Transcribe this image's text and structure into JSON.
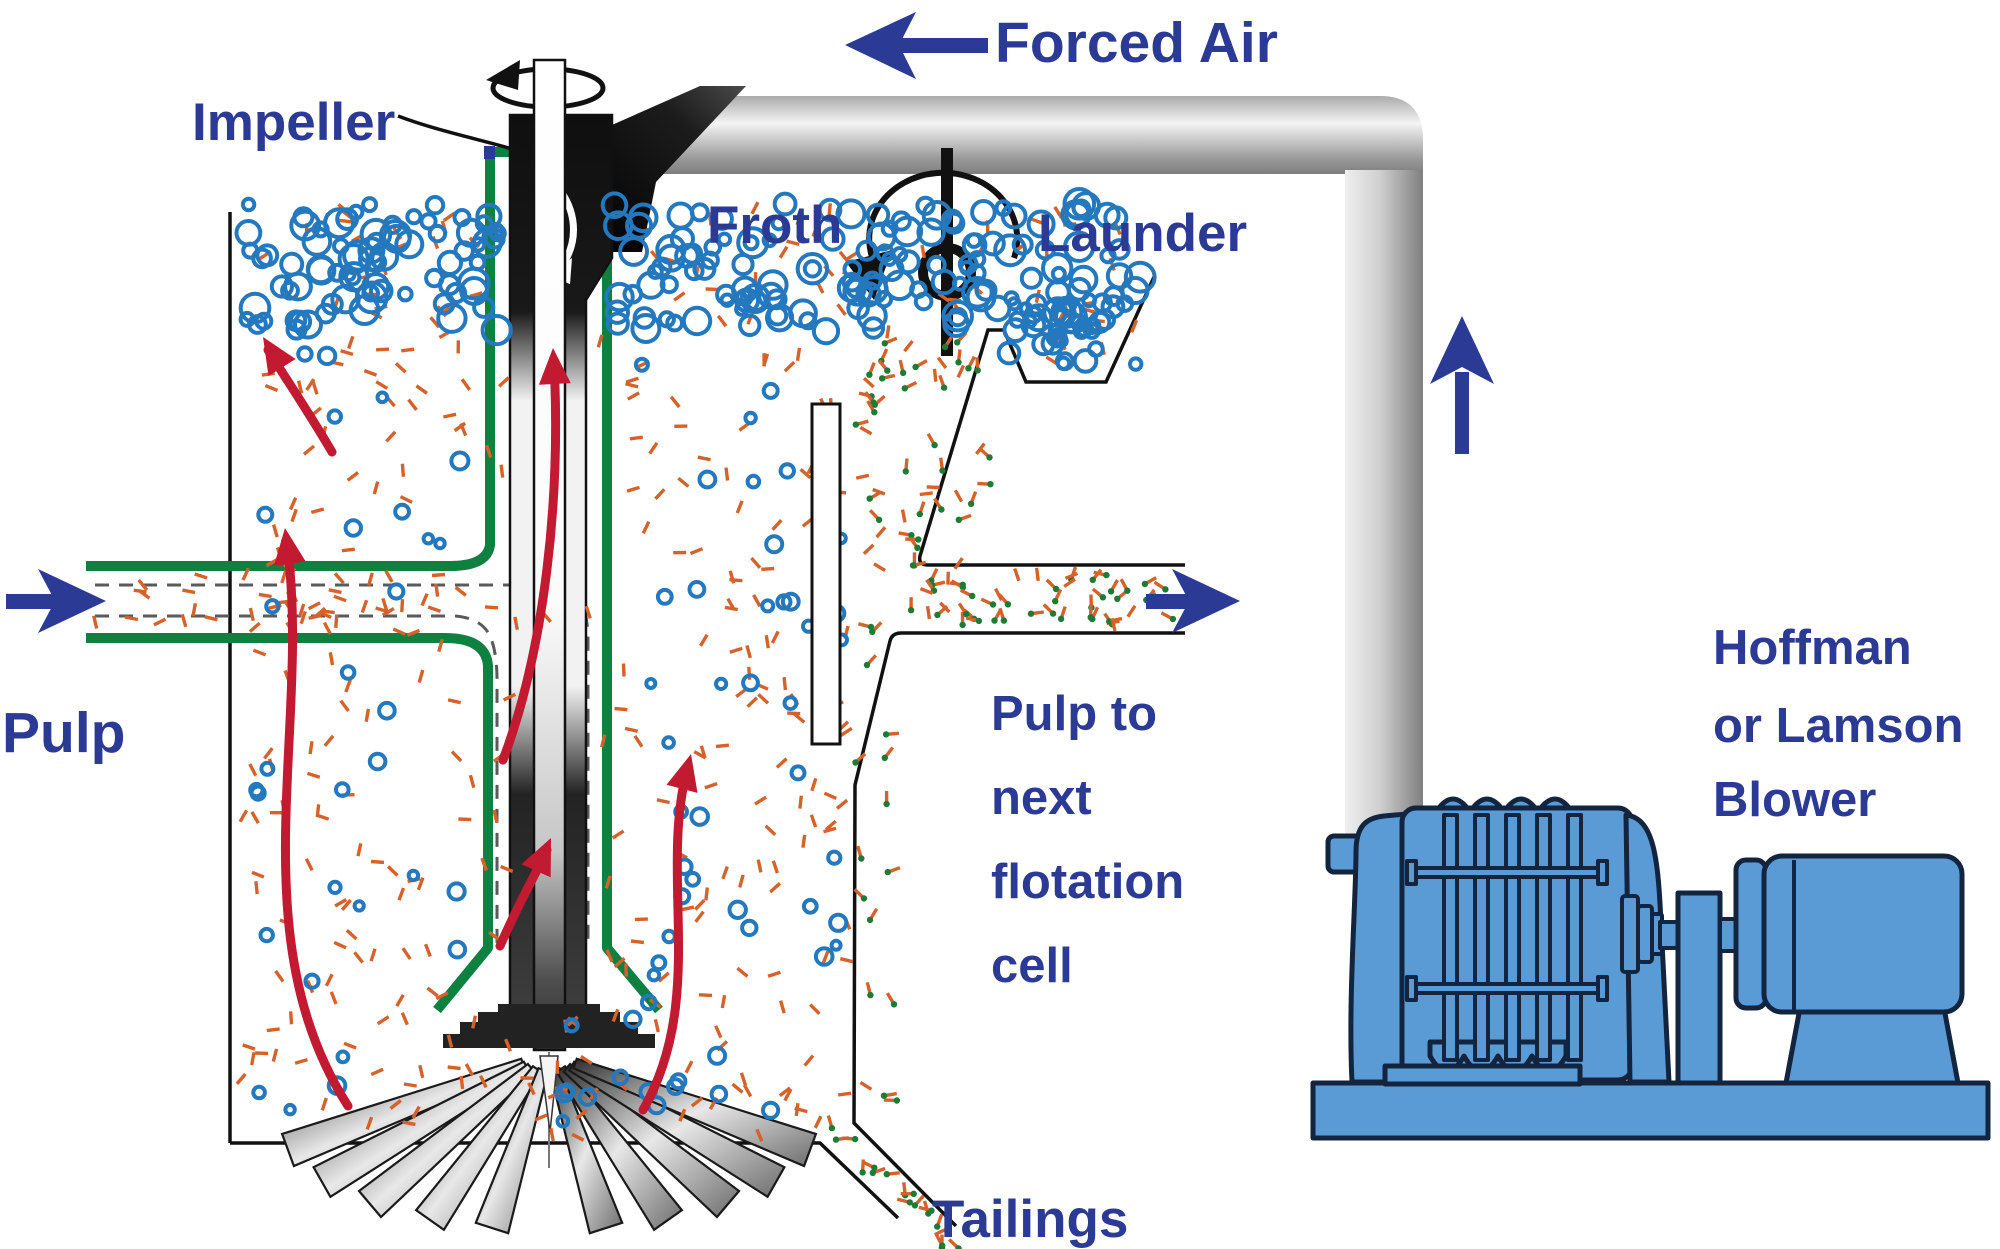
{
  "title": "Froth flotation cell with forced-air blower (schematic)",
  "labels": {
    "forced_air": "Forced Air",
    "impeller": "Impeller",
    "froth": "Froth",
    "launder": "Launder",
    "pulp_in": "Pulp",
    "pulp_next": [
      "Pulp to",
      "next",
      "flotation",
      "cell"
    ],
    "tailings": "Tailings",
    "blower": [
      "Hoffman",
      "or Lamson",
      "Blower"
    ]
  },
  "colors": {
    "navy": "#2b3a94",
    "red": "#c11a31",
    "green": "#0e8040",
    "bubble": "#2478bd",
    "orange": "#d4622a",
    "gdot": "#1e7a34",
    "blower": "#5b9bd5",
    "boutline": "#13243f",
    "ink": "#111111"
  }
}
